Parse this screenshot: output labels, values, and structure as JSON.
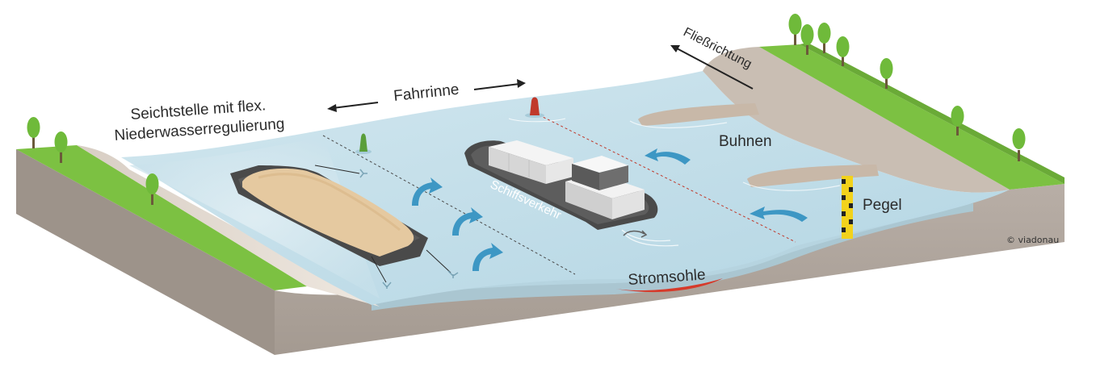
{
  "labels": {
    "shoal_line1": "Seichtstelle mit flex.",
    "shoal_line2": "Niederwasserregulierung",
    "fairway": "Fahrrinne",
    "flow_direction": "Fließrichtung",
    "groynes": "Buhnen",
    "ship_traffic": "Schiffsverkehr",
    "gauge": "Pegel",
    "riverbed": "Stromsohle",
    "copyright": "© viadonau"
  },
  "icons": [
    "tree-icon",
    "buoy-icon",
    "anchor-icon",
    "current-arrow-icon",
    "gauge-pole-icon"
  ],
  "colors": {
    "water": "#bcd9e6",
    "water_deep": "#9ac6d8",
    "grass": "#7cc142",
    "earth": "#b5aca3",
    "earth_dark": "#9c928a",
    "sand": "#e6d7c6",
    "flow_arrow": "#3d97c4",
    "buoy_red": "#c0392b",
    "buoy_green": "#5a9e3a",
    "gauge_yellow": "#f2d21b",
    "riverbed_red": "#d63a2a"
  }
}
